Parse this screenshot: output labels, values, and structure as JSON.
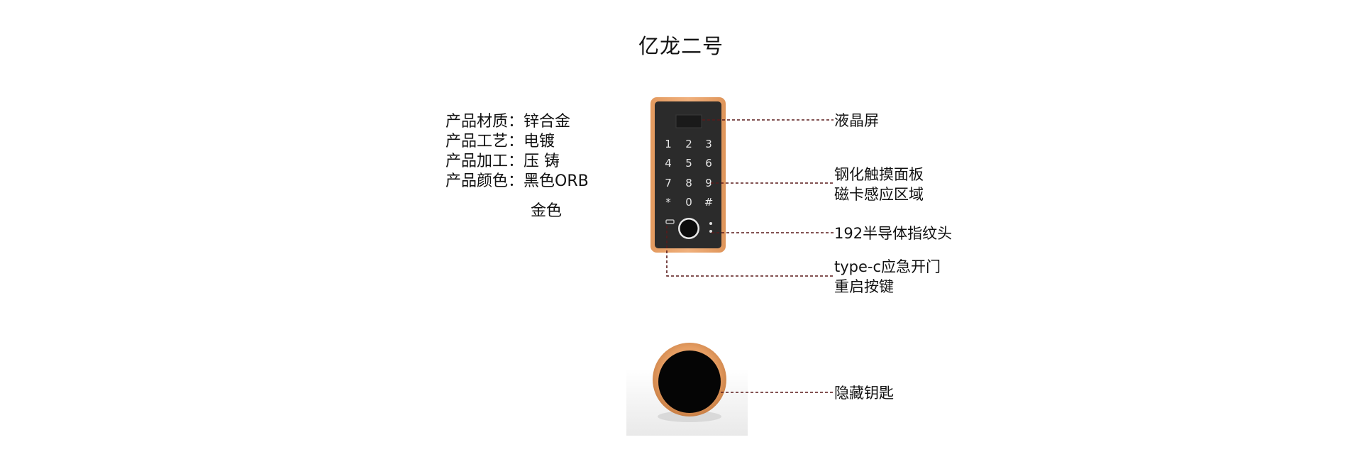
{
  "title": "亿龙二号",
  "specs": [
    {
      "label": "产品材质：",
      "value": "锌合金"
    },
    {
      "label": "产品工艺：",
      "value": "电镀"
    },
    {
      "label": "产品加工：",
      "value": "压 铸"
    },
    {
      "label": "产品颜色：",
      "value": "黑色ORB"
    }
  ],
  "spec_extra": "金色",
  "keypad": {
    "keys": [
      "1",
      "2",
      "3",
      "4",
      "5",
      "6",
      "7",
      "8",
      "9",
      "*",
      "0",
      "#"
    ]
  },
  "callouts": {
    "lcd": {
      "lines": [
        "液晶屏"
      ]
    },
    "panel": {
      "lines": [
        "钢化触摸面板",
        "磁卡感应区域"
      ]
    },
    "fingerprint": {
      "lines": [
        "192半导体指纹头"
      ]
    },
    "typec": {
      "lines": [
        "type-c应急开门",
        "重启按键"
      ]
    },
    "key": {
      "lines": [
        "隐藏钥匙"
      ]
    }
  },
  "colors": {
    "frame": "#e9a46a",
    "panel": "#2b2b2b",
    "leader": "#5a1a1a",
    "text": "#111111"
  },
  "icons": [
    "fingerprint-sensor",
    "type-c-port",
    "lcd-screen",
    "key-cylinder"
  ]
}
